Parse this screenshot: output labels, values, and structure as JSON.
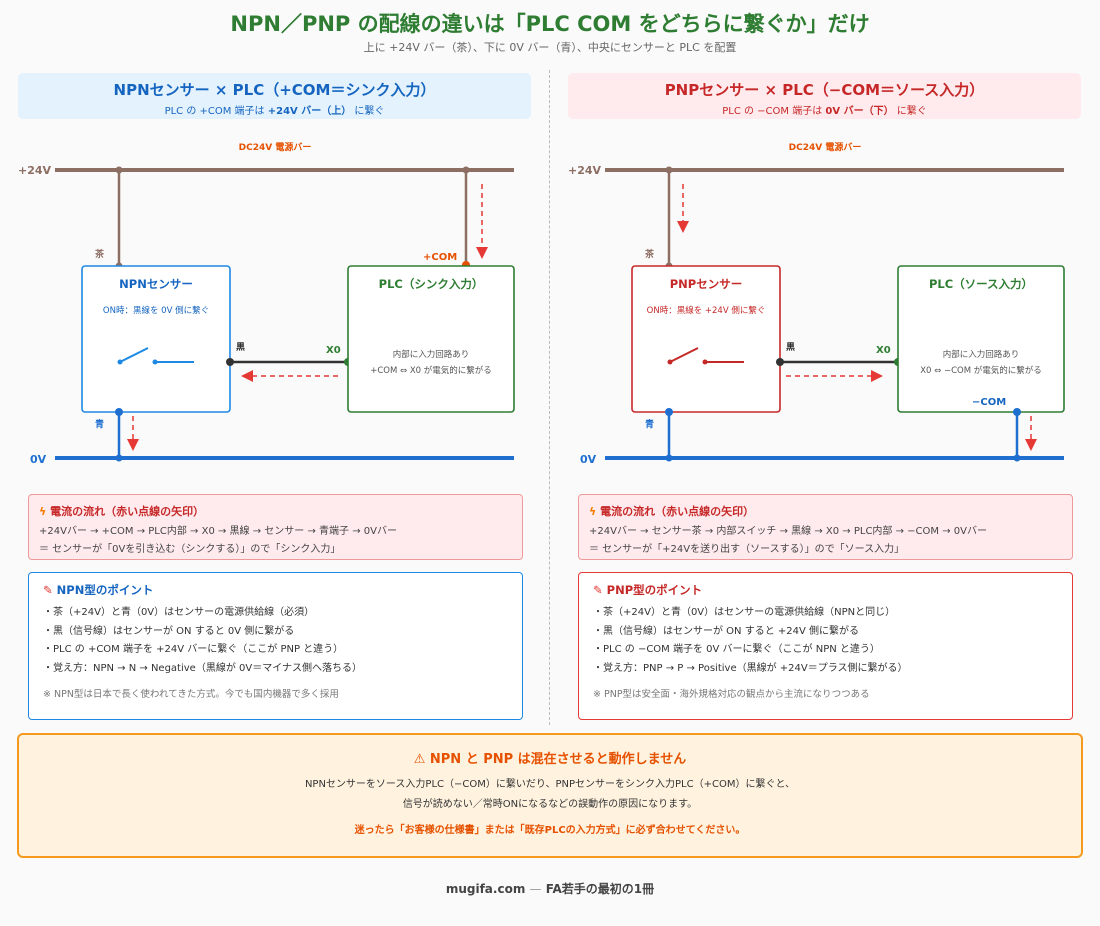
{
  "header": {
    "title": "NPN／PNP の配線の違いは「PLC COM をどちらに繋ぐか」だけ",
    "subtitle": "上に +24V バー（茶）、下に 0V バー（青）、中央にセンサーと PLC を配置"
  },
  "npn": {
    "heading": "NPNセンサー × PLC（+COM＝シンク入力）",
    "sub_prefix": "PLC の +COM 端子は ",
    "sub_bold": "+24V バー（上）",
    "sub_suffix": " に繋ぐ",
    "bus_label": "DC24V 電源バー",
    "v24": "+24V",
    "v0": "0V",
    "brown": "茶",
    "blue": "青",
    "black": "黒",
    "com_label": "+COM",
    "x0": "X0",
    "sensor_title": "NPNセンサー",
    "sensor_desc": "ON時：黒線を 0V 側に繋ぐ",
    "plc_title": "PLC（シンク入力）",
    "plc_line1": "内部に入力回路あり",
    "plc_line2": "+COM ⇔ X0 が電気的に繋がる",
    "flow_title": "電流の流れ（赤い点線の矢印）",
    "flow_line1": "+24Vバー → +COM → PLC内部 → X0 → 黒線 → センサー → 青端子 → 0Vバー",
    "flow_line2": "＝ センサーが「0Vを引き込む（シンクする）」ので「シンク入力」",
    "points_title": "NPN型のポイント",
    "points": [
      "・茶（+24V）と青（0V）はセンサーの電源供給線（必須）",
      "・黒（信号線）はセンサーが ON すると 0V 側に繋がる",
      "・PLC の +COM 端子を +24V バーに繋ぐ（ここが PNP と違う）",
      "・覚え方：NPN → N → Negative（黒線が 0V＝マイナス側へ落ちる）"
    ],
    "note": "※ NPN型は日本で長く使われてきた方式。今でも国内機器で多く採用"
  },
  "pnp": {
    "heading": "PNPセンサー × PLC（−COM＝ソース入力）",
    "sub_prefix": "PLC の −COM 端子は ",
    "sub_bold": "0V バー（下）",
    "sub_suffix": " に繋ぐ",
    "bus_label": "DC24V 電源バー",
    "v24": "+24V",
    "v0": "0V",
    "brown": "茶",
    "blue": "青",
    "black": "黒",
    "com_label": "−COM",
    "x0": "X0",
    "sensor_title": "PNPセンサー",
    "sensor_desc": "ON時：黒線を +24V 側に繋ぐ",
    "plc_title": "PLC（ソース入力）",
    "plc_line1": "内部に入力回路あり",
    "plc_line2": "X0 ⇔ −COM が電気的に繋がる",
    "flow_title": "電流の流れ（赤い点線の矢印）",
    "flow_line1": "+24Vバー → センサー茶 → 内部スイッチ → 黒線 → X0 → PLC内部 → −COM → 0Vバー",
    "flow_line2": "＝ センサーが「+24Vを送り出す（ソースする）」ので「ソース入力」",
    "points_title": "PNP型のポイント",
    "points": [
      "・茶（+24V）と青（0V）はセンサーの電源供給線（NPNと同じ）",
      "・黒（信号線）はセンサーが ON すると +24V 側に繋がる",
      "・PLC の −COM 端子を 0V バーに繋ぐ（ここが NPN と違う）",
      "・覚え方：PNP → P → Positive（黒線が +24V＝プラス側に繋がる）"
    ],
    "note": "※ PNP型は安全面・海外規格対応の観点から主流になりつつある"
  },
  "warning": {
    "title": "NPN と PNP は混在させると動作しません",
    "line1": "NPNセンサーをソース入力PLC（−COM）に繋いだり、PNPセンサーをシンク入力PLC（+COM）に繋ぐと、",
    "line2": "信号が読めない／常時ONになるなどの誤動作の原因になります。",
    "caution": "迷ったら「お客様の仕様書」または「既存PLCの入力方式」に必ず合わせてください。"
  },
  "footer": {
    "site": "mugifa.com",
    "separator": "—",
    "tagline": "FA若手の最初の1冊"
  },
  "icons": {
    "flow": "lightning-icon",
    "points": "pushpin-icon",
    "warning": "warning-triangle-icon"
  },
  "colors": {
    "brown_wire": "#8d6e63",
    "blue_wire": "#1e6fd0",
    "black_wire": "#333333",
    "flow_arrow": "#e53935",
    "npn_accent": "#1565c0",
    "pnp_accent": "#c62828",
    "plc_green": "#2e7d32",
    "com_orange": "#e65100"
  }
}
